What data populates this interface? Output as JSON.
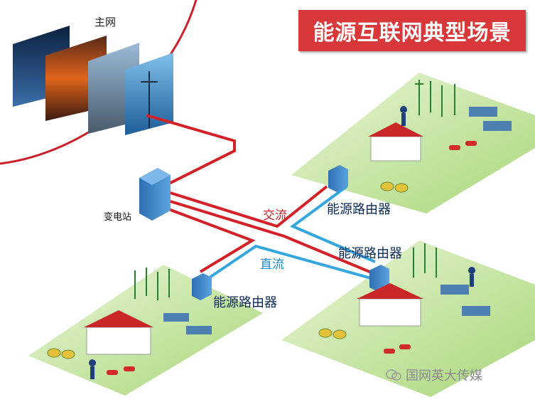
{
  "title": "能源互联网典型场景",
  "labels": {
    "main_grid": "主网",
    "substation": "变电站",
    "ac": "交流",
    "dc": "直流",
    "router_top_right": "能源路由器",
    "router_middle_right": "能源路由器",
    "router_left": "能源路由器"
  },
  "watermark": "国网英大传媒",
  "colors": {
    "ac_line": "#d42128",
    "dc_line": "#35a7df",
    "banner": "#d9383a",
    "ground": "#b8dd8a",
    "router_box": "#3a83c6"
  }
}
